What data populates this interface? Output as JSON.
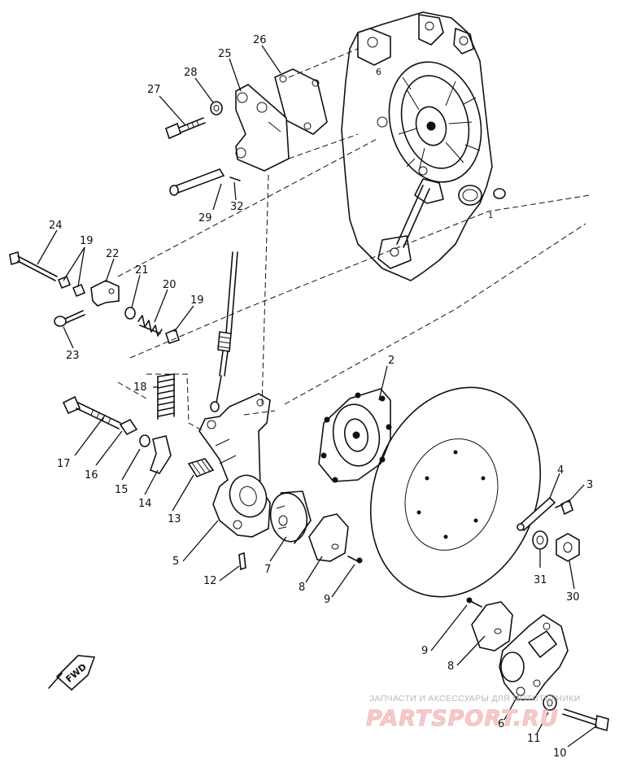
{
  "diagram": {
    "callouts": {
      "c1": "1",
      "c2": "2",
      "c3": "3",
      "c4": "4",
      "c5": "5",
      "c6": "6",
      "c7": "7",
      "c8a": "8",
      "c8b": "8",
      "c9a": "9",
      "c9b": "9",
      "c10": "10",
      "c11": "11",
      "c12": "12",
      "c13": "13",
      "c14": "14",
      "c15": "15",
      "c16": "16",
      "c17": "17",
      "c18": "18",
      "c19a": "19",
      "c19b": "19",
      "c20": "20",
      "c21": "21",
      "c22": "22",
      "c23": "23",
      "c24": "24",
      "c25": "25",
      "c26": "26",
      "c27": "27",
      "c28": "28",
      "c29": "29",
      "c30": "30",
      "c31": "31",
      "c32": "32"
    },
    "direction_label": "FWD",
    "engine_mark": "6",
    "watermark": {
      "tagline": "ЗАПЧАСТИ И АКСЕССУАРЫ ДЛЯ МОТОТЕХНИКИ",
      "logo": "PARTSPORT.RU"
    }
  },
  "colors": {
    "ink": "#111111",
    "paper": "#ffffff",
    "watermark_grey": "#b9b9b9",
    "watermark_red": "#f6c9c9"
  }
}
